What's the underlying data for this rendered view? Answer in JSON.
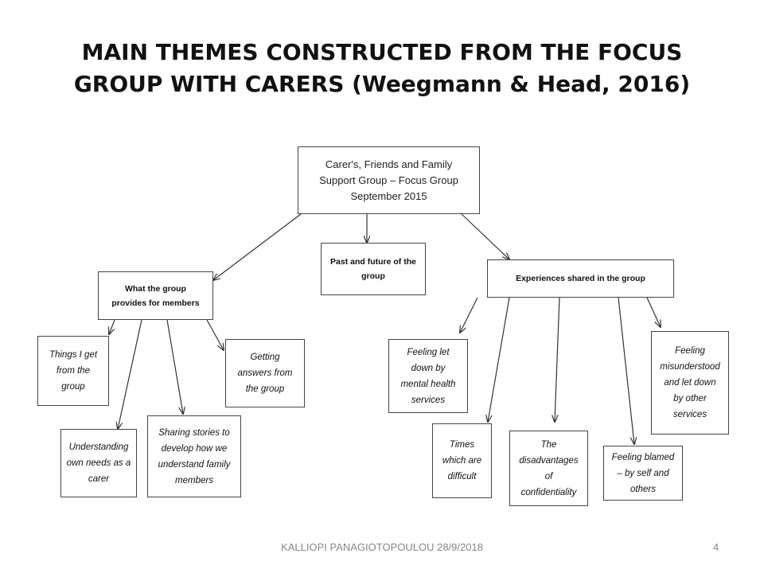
{
  "title": {
    "line1": "MAIN THEMES CONSTRUCTED FROM THE FOCUS",
    "line2": "GROUP WITH CARERS (Weegmann & Head, 2016)"
  },
  "diagram": {
    "root": [
      "Carer's, Friends and Family",
      "Support Group – Focus Group",
      "September 2015"
    ],
    "branch_left": [
      "What the group",
      "provides for members"
    ],
    "branch_middle": [
      "Past and future of the",
      "group"
    ],
    "branch_right": [
      "Experiences shared in the group"
    ],
    "leaves_left": {
      "things": [
        "Things I get",
        "from the",
        "group"
      ],
      "understanding": [
        "Understanding",
        "own needs as a",
        "carer"
      ],
      "sharing": [
        "Sharing stories to",
        "develop how we",
        "understand family",
        "members"
      ],
      "getting": [
        "Getting",
        "answers from",
        "the group"
      ]
    },
    "leaves_right": {
      "feeling_let_down": [
        "Feeling let",
        "down by",
        "mental health",
        "services"
      ],
      "times": [
        "Times",
        "which are",
        "difficult"
      ],
      "disadvantages": [
        "The",
        "disadvantages",
        "of",
        "confidentiality"
      ],
      "blamed": [
        "Feeling blamed",
        "– by self and",
        "others"
      ],
      "misunderstood": [
        "Feeling",
        "misunderstood",
        "and let down",
        "by other",
        "services"
      ]
    }
  },
  "footer": {
    "author_date": "KALLIOPI PANAGIOTOPOULOU 28/9/2018",
    "page_number": "4"
  }
}
